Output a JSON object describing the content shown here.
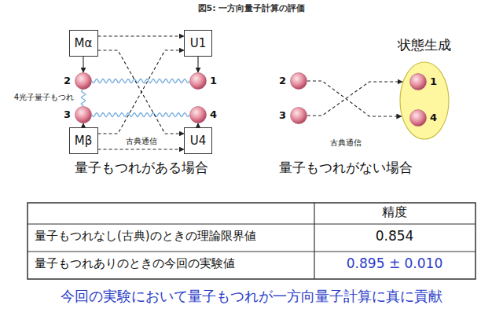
{
  "diagram": {
    "title": "図5: 一方向量子計算の評価",
    "caption": "今回の実験において量子もつれが一方向量子計算に真に貢献",
    "nodes": [
      {
        "text": [
          "Mα"
        ]
      },
      {
        "text": [
          "U1"
        ]
      },
      {
        "text": [
          "2"
        ]
      },
      {
        "text": [
          "1"
        ]
      },
      {
        "text": [
          "3"
        ]
      },
      {
        "text": [
          "4"
        ]
      },
      {
        "text": [
          "Mβ"
        ]
      },
      {
        "text": [
          "U4"
        ]
      },
      {
        "text": [
          "状態生成"
        ]
      },
      {
        "text": [
          "2"
        ]
      },
      {
        "text": [
          "1"
        ],
        "in": 8
      },
      {
        "text": [
          "3"
        ]
      },
      {
        "text": [
          "4"
        ],
        "in": 8
      }
    ],
    "edges": [
      {
        "from": 0,
        "to": 2,
        "arrow": "to"
      },
      {
        "from": 1,
        "to": 3,
        "arrow": "to"
      },
      {
        "from": 6,
        "to": 4,
        "arrow": "to"
      },
      {
        "from": 7,
        "to": 5,
        "arrow": "to"
      },
      {
        "from": 2,
        "to": 3,
        "arrow": "none"
      },
      {
        "from": 2,
        "to": 4,
        "arrow": "none"
      },
      {
        "from": 4,
        "to": 5,
        "arrow": "none"
      },
      {
        "from": 0,
        "to": 1,
        "arrow": "to"
      },
      {
        "from": 0,
        "to": 7,
        "arrow": "to"
      },
      {
        "from": 6,
        "to": 1,
        "arrow": "to"
      },
      {
        "from": 6,
        "to": 7,
        "arrow": "to"
      },
      {
        "from": 9,
        "to": 8,
        "arrow": "to"
      },
      {
        "from": 11,
        "to": 8,
        "arrow": "to"
      }
    ],
    "labels": [
      "4光子量子もつれ",
      "古典通信",
      "量子もつれがある場合",
      "古典通信",
      "量子もつれがない場合",
      "精度",
      "量子もつれなし(古典)のときの理論限界値",
      "0.854",
      "量子もつれありのときの今回の実験値",
      "0.895 ± 0.010"
    ]
  }
}
